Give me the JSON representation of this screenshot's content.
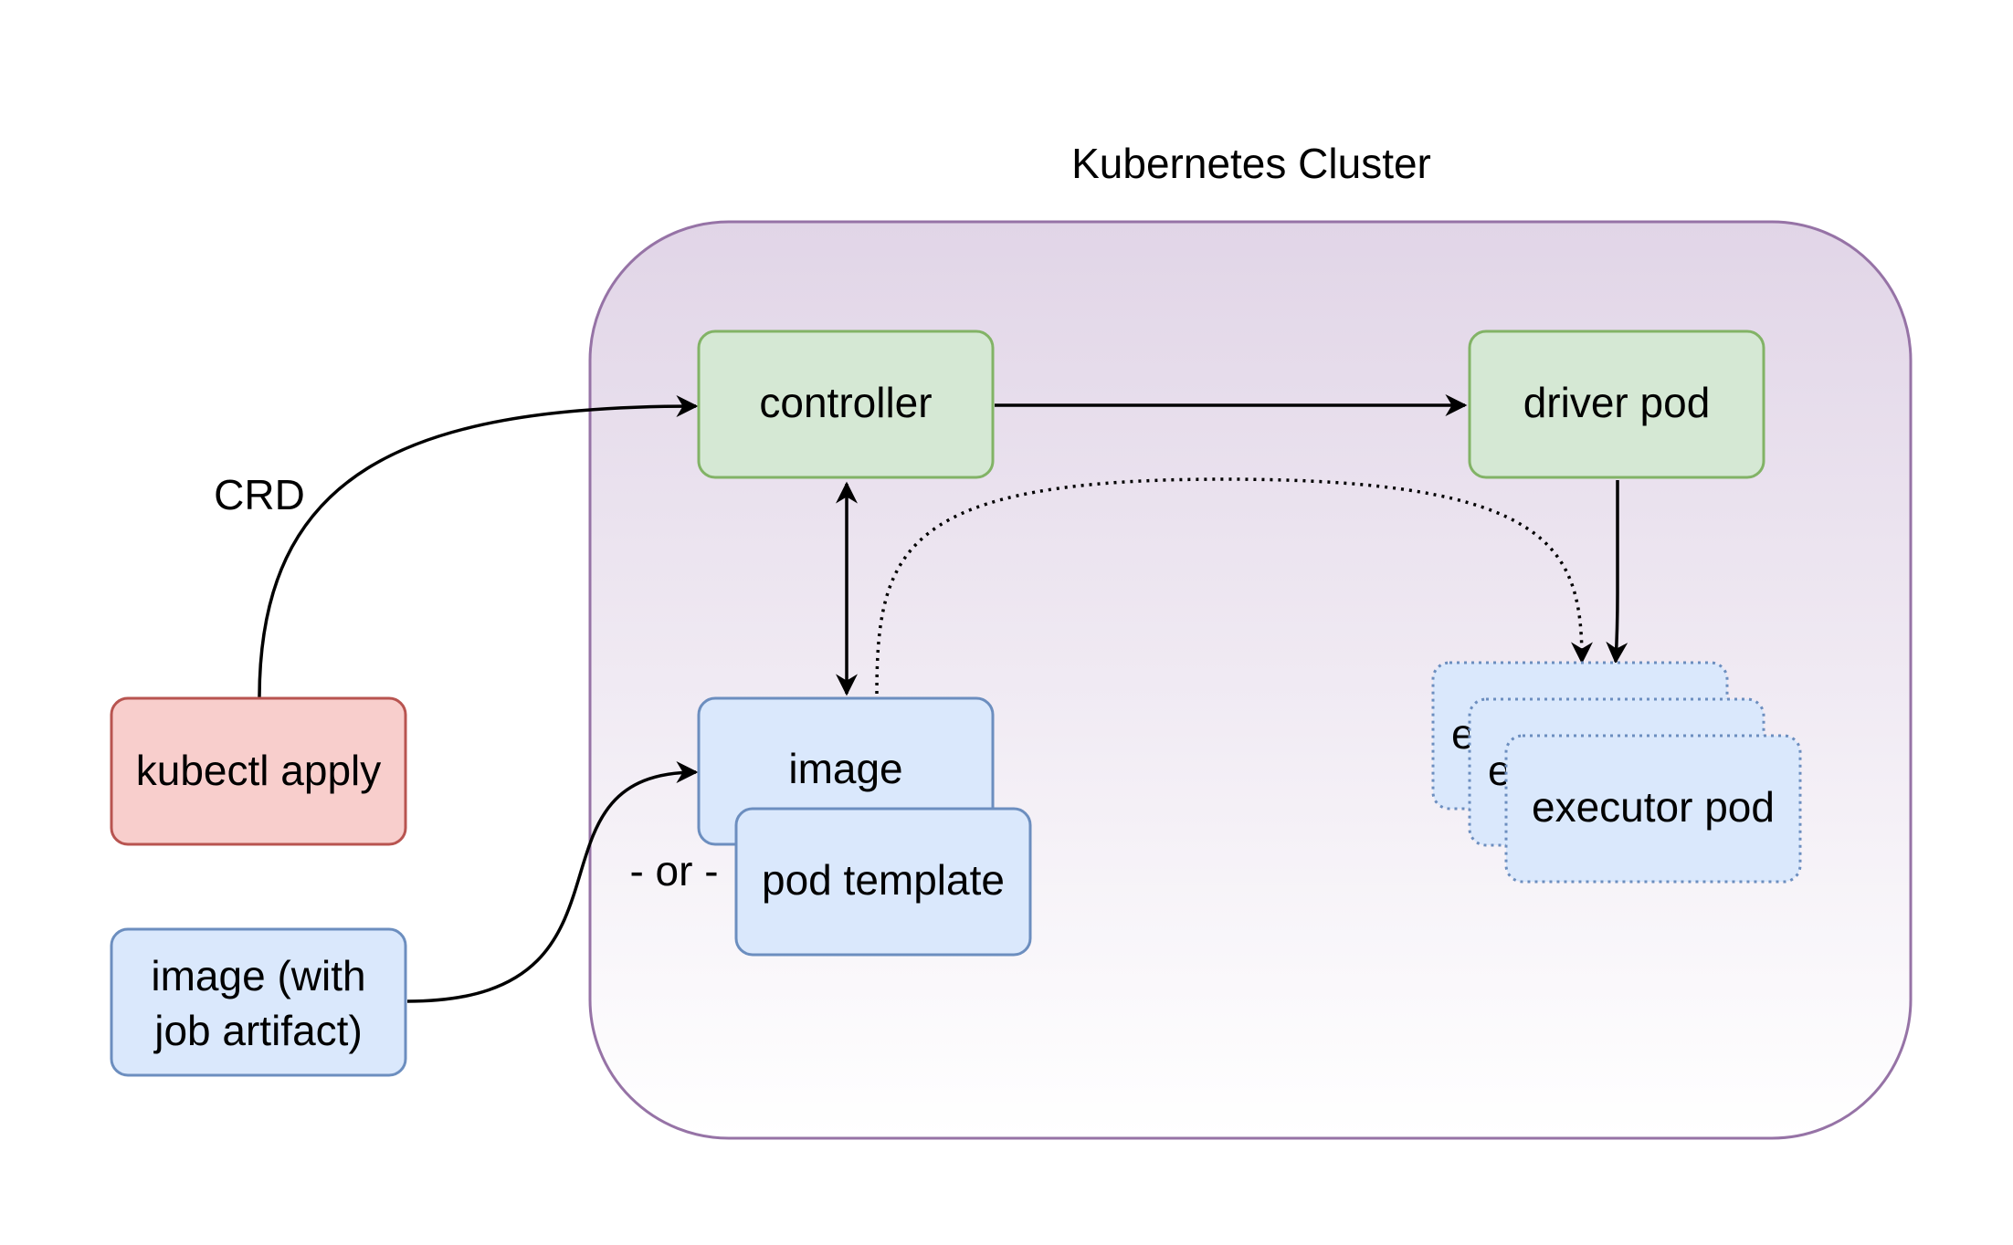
{
  "cluster": {
    "title": "Kubernetes Cluster"
  },
  "nodes": {
    "kubectl": {
      "label": "kubectl apply"
    },
    "image_job": {
      "line1": "image (with",
      "line2": "job artifact)"
    },
    "controller": {
      "label": "controller"
    },
    "driver": {
      "label": "driver pod"
    },
    "image": {
      "label": "image"
    },
    "pod_template": {
      "label": "pod template"
    },
    "executor_back": {
      "label": "e"
    },
    "executor_mid": {
      "label": "e"
    },
    "executor_front": {
      "label": "executor pod"
    }
  },
  "labels": {
    "crd": "CRD",
    "or": "- or -"
  },
  "colors": {
    "cluster_stroke": "#9673a6",
    "cluster_fill_top": "#e1d5e7",
    "green_fill": "#d5e8d4",
    "green_stroke": "#82b366",
    "blue_fill": "#dae8fc",
    "blue_stroke": "#6c8ebf",
    "red_fill": "#f8cecc",
    "red_stroke": "#b85450"
  }
}
